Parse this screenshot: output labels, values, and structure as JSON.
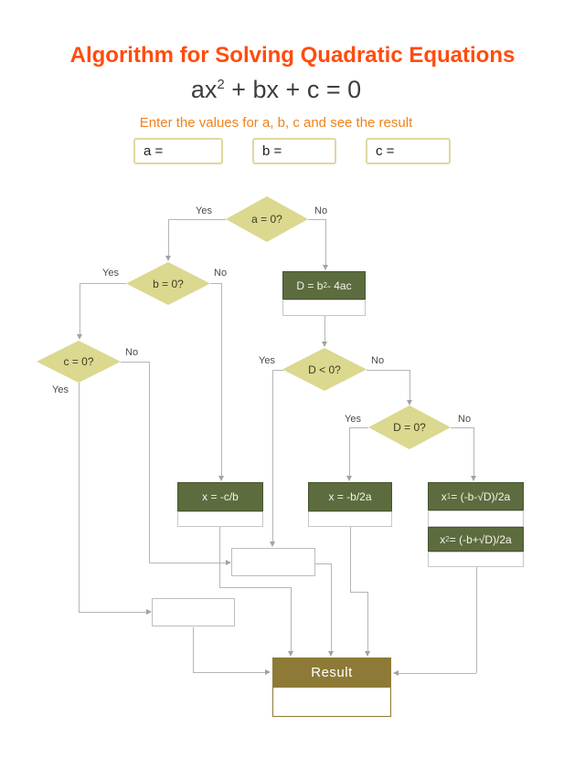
{
  "header": {
    "title": "Algorithm for Solving Quadratic Equations",
    "formula": {
      "base": "ax",
      "sup": "2",
      "rest": " + bx + c = 0"
    },
    "subtitle": "Enter the values for a, b, c and see the result"
  },
  "inputs": {
    "a": {
      "value": "a ="
    },
    "b": {
      "value": "b ="
    },
    "c": {
      "value": "c ="
    }
  },
  "flow": {
    "decisions": {
      "a0": {
        "label": "a = 0?",
        "yes": "Yes",
        "no": "No"
      },
      "b0": {
        "label": "b = 0?",
        "yes": "Yes",
        "no": "No"
      },
      "c0": {
        "label": "c = 0?",
        "yes": "Yes",
        "no": "No"
      },
      "dlt0": {
        "label": "D < 0?",
        "yes": "Yes",
        "no": "No"
      },
      "deq0": {
        "label": "D = 0?",
        "yes": "Yes",
        "no": "No"
      }
    },
    "processes": {
      "discriminant": {
        "base": "D = b",
        "sup": "2",
        "rest": " - 4ac"
      },
      "x_cb": {
        "label": "x = -c/b"
      },
      "x_b2a": {
        "label": "x = -b/2a"
      },
      "x1": {
        "base": "x",
        "sub": "1",
        "rest": " = (-b-√D)/2a"
      },
      "x2": {
        "base": "x",
        "sub": "2",
        "rest": " = (-b+√D)/2a"
      }
    },
    "result": {
      "label": "Result"
    }
  },
  "colors": {
    "title": "#ff4c0d",
    "subtitle": "#f0821c",
    "diamond_fill": "#dbd88f",
    "process_fill": "#5d6c3e",
    "process_border": "#44532e",
    "result_fill": "#8d7a36",
    "connector": "#b5b5b5"
  }
}
